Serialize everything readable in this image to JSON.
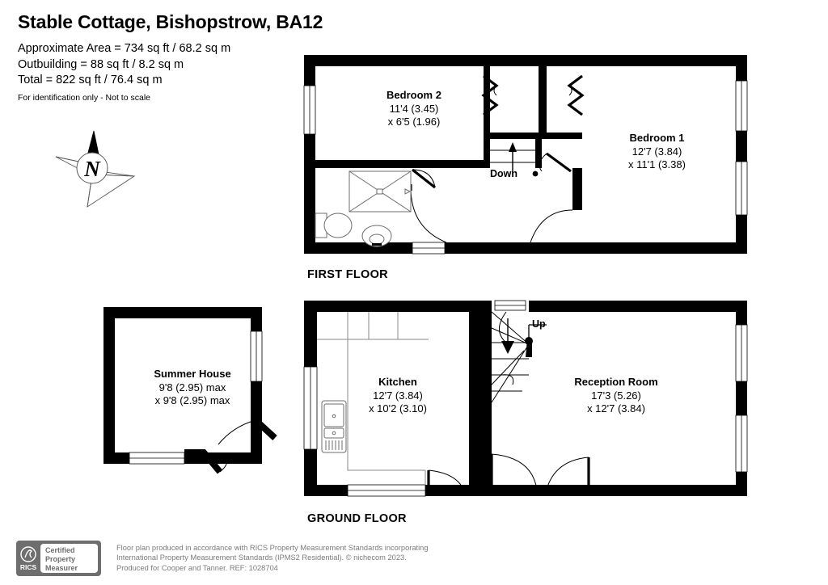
{
  "header": {
    "title": "Stable Cottage, Bishopstrow, BA12",
    "area_lines": [
      "Approximate Area = 734 sq ft / 68.2 sq m",
      "Outbuilding = 88 sq ft / 8.2 sq m",
      "Total = 822 sq ft / 76.4 sq m"
    ],
    "disclaimer": "For identification only - Not to scale"
  },
  "compass": {
    "north_letter": "N"
  },
  "floors": {
    "first": {
      "label": "FIRST FLOOR"
    },
    "ground": {
      "label": "GROUND FLOOR"
    }
  },
  "rooms": {
    "bedroom2": {
      "name": "Bedroom 2",
      "dim_imperial": "11'4 (3.45)",
      "dim_metric": "x 6'5 (1.96)"
    },
    "bedroom1": {
      "name": "Bedroom 1",
      "dim_imperial": "12'7 (3.84)",
      "dim_metric": "x 11'1 (3.38)"
    },
    "kitchen": {
      "name": "Kitchen",
      "dim_imperial": "12'7 (3.84)",
      "dim_metric": "x 10'2 (3.10)"
    },
    "reception": {
      "name": "Reception Room",
      "dim_imperial": "17'3 (5.26)",
      "dim_metric": "x 12'7 (3.84)"
    },
    "summerhouse": {
      "name": "Summer House",
      "dim_imperial": "9'8 (2.95) max",
      "dim_metric": "x 9'8 (2.95) max"
    }
  },
  "stairs": {
    "down_label": "Down",
    "up_label": "Up"
  },
  "footer": {
    "badge": {
      "mark": "RICS",
      "line1": "Certified",
      "line2": "Property",
      "line3": "Measurer"
    },
    "lines": [
      "Floor plan produced in accordance with RICS Property Measurement Standards incorporating",
      "International Property Measurement Standards (IPMS2 Residential).   © nichecom 2023.",
      "Produced for Cooper and Tanner.   REF: 1028704"
    ]
  },
  "colors": {
    "wall": "#000000",
    "background": "#ffffff",
    "fixture_line": "#6e6e6e",
    "footer_text": "#7b7b7b",
    "badge": "#6e6e6e"
  }
}
